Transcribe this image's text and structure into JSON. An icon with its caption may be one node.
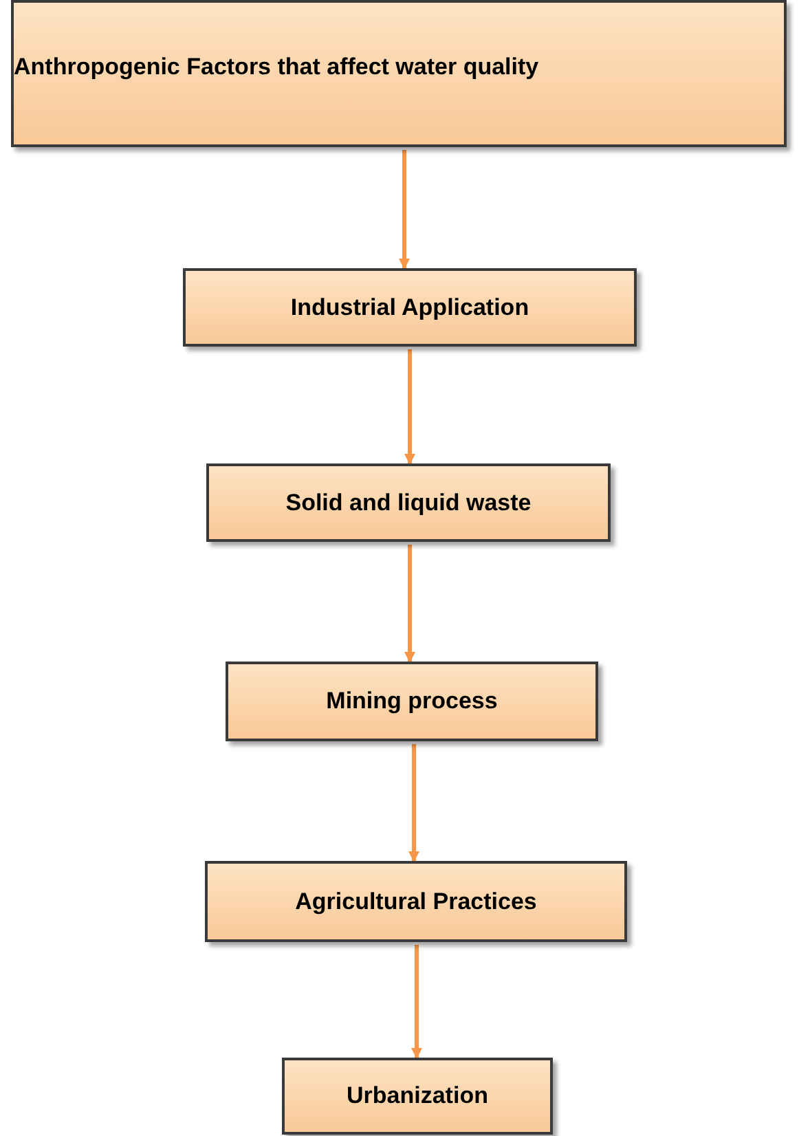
{
  "diagram": {
    "nodes": [
      {
        "text": [
          "Anthropogenic Factors that affect water quality"
        ]
      },
      {
        "text": [
          "Industrial Application"
        ]
      },
      {
        "text": [
          "Solid and liquid waste"
        ]
      },
      {
        "text": [
          "Mining process"
        ]
      },
      {
        "text": [
          "Agricultural Practices"
        ]
      },
      {
        "text": [
          "Urbanization"
        ]
      }
    ],
    "edges": [
      {
        "from": 0,
        "to": 1,
        "arrow": "to"
      },
      {
        "from": 1,
        "to": 2,
        "arrow": "to"
      },
      {
        "from": 2,
        "to": 3,
        "arrow": "to"
      },
      {
        "from": 3,
        "to": 4,
        "arrow": "to"
      },
      {
        "from": 4,
        "to": 5,
        "arrow": "to"
      }
    ]
  }
}
